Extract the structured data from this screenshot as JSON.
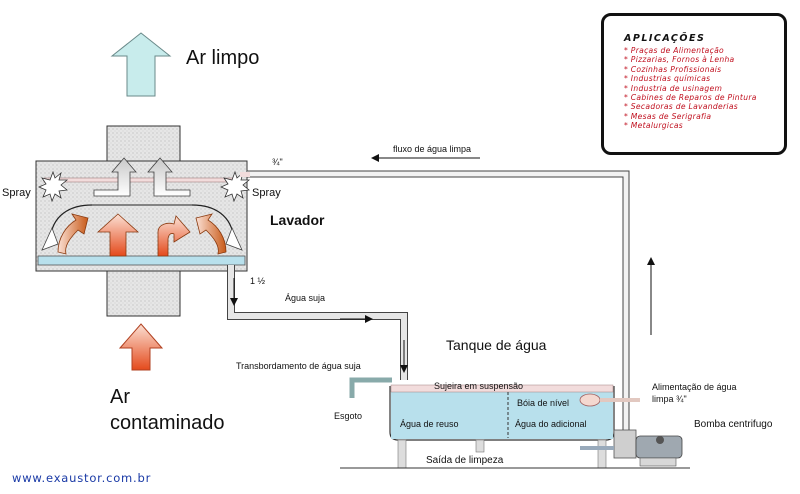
{
  "labels": {
    "ar_limpo": "Ar limpo",
    "ar_line1": "Ar",
    "ar_line2": "contaminado",
    "lavador": "Lavador",
    "spray_left": "Spray",
    "spray_right": "Spray",
    "tres_quartos": "¾\"",
    "fluxo": "fluxo de água limpa",
    "um_meio": "1 ½",
    "agua_suja": "Água suja",
    "tanque": "Tanque  de água",
    "transbordamento": "Transbordamento de água suja",
    "sujeira": "Sujeira em suspensão",
    "boia": "Bóia  de nível",
    "esgoto": "Esgoto",
    "agua_reuso": "Água de reuso",
    "agua_adicional": "Água do adicional",
    "alimentacao_1": "Alimentação de água",
    "alimentacao_2": "limpa ¾\"",
    "bomba": "Bomba centrifugo",
    "saida": "Saída de limpeza"
  },
  "aplicacoes": {
    "title": "APLICAÇÕES",
    "items": [
      "* Praças de Alimentação",
      "* Pizzarias, Fornos à Lenha",
      "* Cozinhas Profissionais",
      "* Industrias químicas",
      "* Industria de usinagem",
      "* Cabines de Reparos de Pintura",
      "* Secadoras de Lavanderias",
      "* Mesas de Serigrafia",
      "* Metalurgicas"
    ]
  },
  "footer": "www.exaustor.com.br",
  "colors": {
    "clean_arrow": "#c8ecec",
    "dirty_arrow": "#e8603c",
    "water": "#b8e0ec",
    "stipple": "#e4e4e4",
    "apps_text": "#c0101f",
    "link": "#1a3aa6"
  }
}
